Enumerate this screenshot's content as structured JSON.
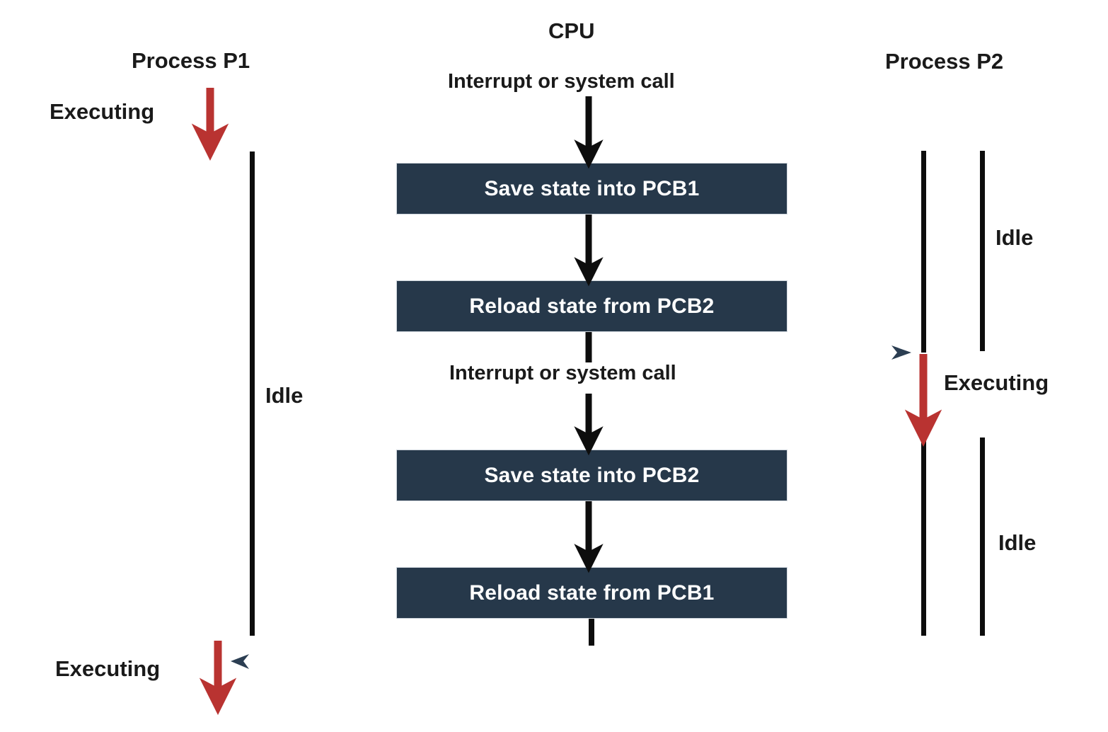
{
  "diagram": {
    "title_left": "Process P1",
    "title_center": "CPU",
    "title_right": "Process P2",
    "colors": {
      "box_fill": "#26384a",
      "box_text": "#ffffff",
      "red_arrow": "#b93331",
      "black_line": "#0d0d0d",
      "marker_navy": "#2b3e52",
      "background": "#ffffff"
    }
  },
  "left_column": {
    "header": "Process P1",
    "executing_top": "Executing",
    "idle": "Idle",
    "executing_bottom": "Executing"
  },
  "center_column": {
    "header": "CPU",
    "event_top": "Interrupt or system call",
    "event_mid": "Interrupt or system call",
    "steps": [
      "Save state into PCB1",
      "Reload state from PCB2",
      "Save state into PCB2",
      "Reload state from PCB1"
    ]
  },
  "right_column": {
    "header": "Process P2",
    "idle_top": "Idle",
    "executing": "Executing",
    "idle_bottom": "Idle"
  },
  "icons": {
    "down_arrow_red": "red-down-arrow-icon",
    "down_arrow_black": "black-down-arrow-icon",
    "marker_left": "left-pointing-arrowhead-icon",
    "marker_right": "right-pointing-arrowhead-icon"
  }
}
